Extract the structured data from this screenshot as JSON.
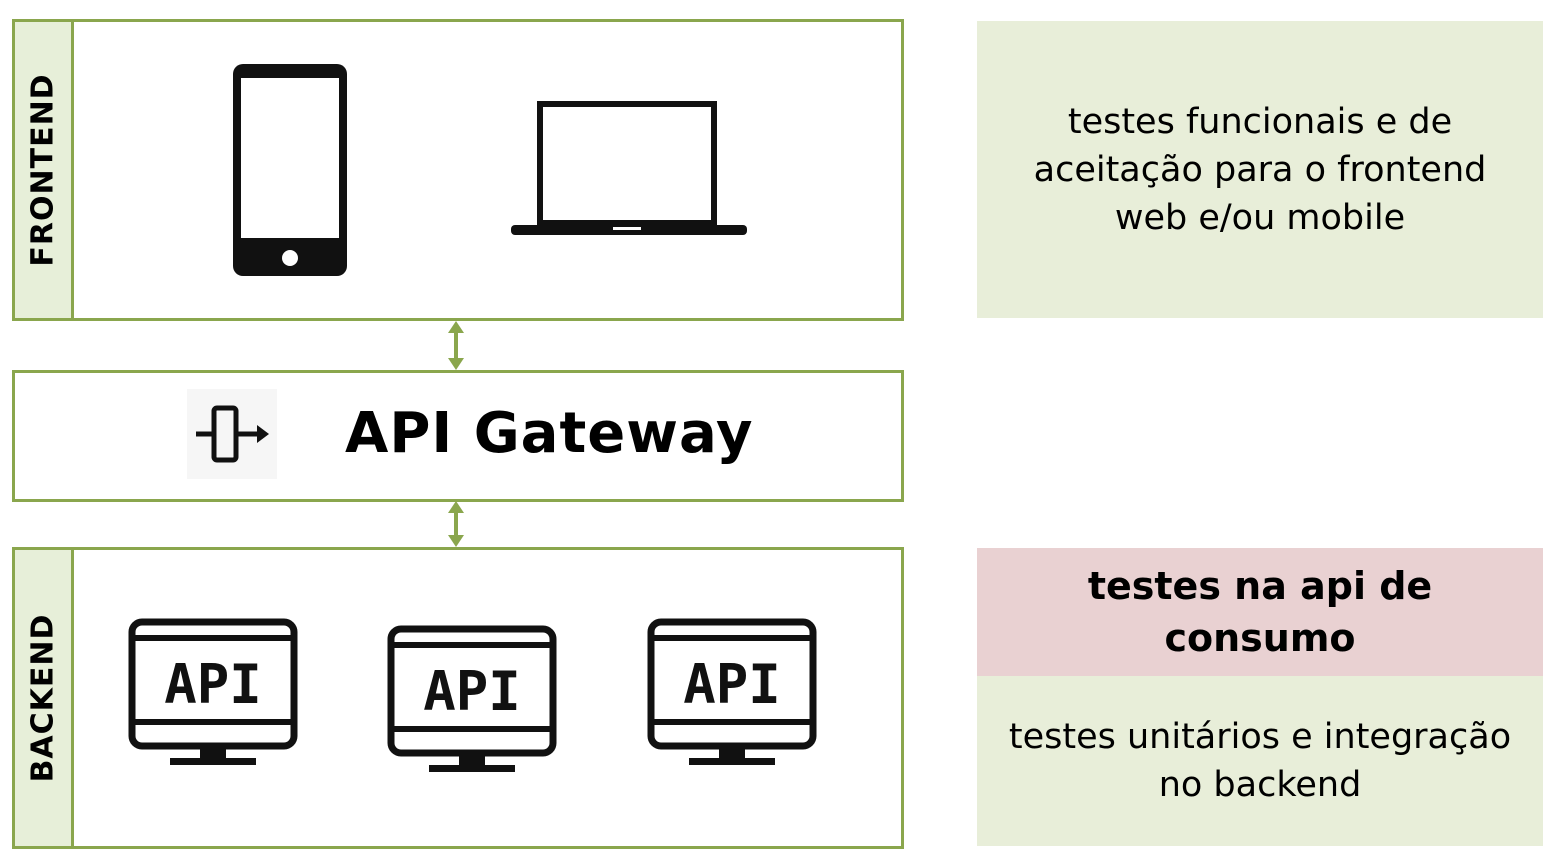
{
  "layers": {
    "frontend_label": "FRONTEND",
    "gateway_label": "API Gateway",
    "backend_label": "BACKEND"
  },
  "icons": {
    "frontend": [
      "smartphone-icon",
      "laptop-icon"
    ],
    "gateway": "gateway-exit-icon",
    "backend": [
      "api-monitor-icon",
      "api-monitor-icon",
      "api-monitor-icon"
    ],
    "api_text": "API"
  },
  "notes": {
    "frontend": "testes funcionais e de aceitação para o frontend web e/ou mobile",
    "api": "testes na api de consumo",
    "backend": "testes unitários e integração no backend"
  },
  "colors": {
    "border": "#8aa64d",
    "side_tab": "#e7efd9",
    "note_green": "#e8eed9",
    "note_pink": "#e9d1d2"
  }
}
